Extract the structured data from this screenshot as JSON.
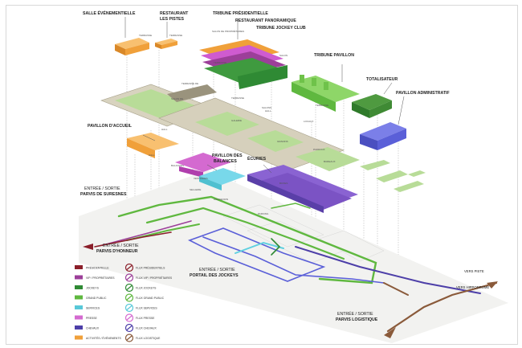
{
  "labels": {
    "salle_evenementielle": "SALLE ÉVÉNEMENTIELLE",
    "restaurant_les_pistes_1": "RESTAURANT",
    "restaurant_les_pistes_2": "LES PISTES",
    "tribune_presidentielle": "TRIBUNE PRÉSIDENTIELLE",
    "restaurant_panoramique": "RESTAURANT PANORAMIQUE",
    "tribune_jockey_club": "TRIBUNE JOCKEY CLUB",
    "tribune_pavillon": "TRIBUNE PAVILLON",
    "totalisateur": "TOTALISATEUR",
    "pavillon_administratif": "PAVILLON ADMINISTRATIF",
    "pavillon_accueil": "PAVILLON D'ACCUEIL",
    "pavillon_des_balances_1": "PAVILLON DES",
    "pavillon_des_balances_2": "BALANCES",
    "ecuries": "ÉCURIES",
    "entree_suresnes_1": "ENTRÉE / SORTIE",
    "entree_suresnes_2": "PARVIS DE SURESNES",
    "entree_honneur_1": "ENTRÉE / SORTIE",
    "entree_honneur_2": "PARVIS D'HONNEUR",
    "entree_jockeys_1": "ENTRÉE / SORTIE",
    "entree_jockeys_2": "PORTAIL DES JOCKEYS",
    "entree_logistique_1": "ENTRÉE / SORTIE",
    "entree_logistique_2": "PARVIS LOGISTIQUE",
    "vers_piste": "VERS PISTE",
    "vers_hippodrome": "VERS HIPPODROME"
  },
  "small_labels": [
    "TERRASSE",
    "TERRASSE",
    "SALON DE PROPRIÉTAIRES",
    "TERRASSE",
    "SALON",
    "TERRASSE",
    "TERRASSE DE",
    "SALON DE",
    "TERRASSE",
    "SALONS",
    "HALL",
    "GALERIE",
    "HALL",
    "BALANCES",
    "VESTIAIRES",
    "SELLERIE",
    "BOXES",
    "PADDOCK",
    "PARKING",
    "GRADINS",
    "HALL",
    "BUREAUX",
    "CONNEXION",
    "LOCAUX"
  ],
  "legend": {
    "left": [
      {
        "label": "PRÉSIDENTIELLE",
        "color": "#8b1f2a"
      },
      {
        "label": "VIP / PROPRIÉTAIRES",
        "color": "#9c3f99"
      },
      {
        "label": "JOCKEYS",
        "color": "#2f8a34"
      },
      {
        "label": "GRAND PUBLIC",
        "color": "#5fb83f"
      },
      {
        "label": "SERVICES",
        "color": "#58c8d8"
      },
      {
        "label": "PRESSE",
        "color": "#d46ad0"
      },
      {
        "label": "CHEVAUX",
        "color": "#4d3fa8"
      },
      {
        "label": "ACTIVITÉS / ÉVÉNEMENTS",
        "color": "#f0a03a"
      }
    ],
    "right": [
      {
        "label": "FLUX PRÉSIDENTIELS",
        "color": "#8b1f2a"
      },
      {
        "label": "FLUX VIP / PROPRIÉTAIRES",
        "color": "#9c3f99"
      },
      {
        "label": "FLUX JOCKEYS",
        "color": "#2f8a34"
      },
      {
        "label": "FLUX GRAND PUBLIC",
        "color": "#5fb83f"
      },
      {
        "label": "FLUX SERVICES",
        "color": "#58c8d8"
      },
      {
        "label": "FLUX PRESSE",
        "color": "#d46ad0"
      },
      {
        "label": "FLUX CHEVAUX",
        "color": "#4d3fa8"
      },
      {
        "label": "FLUX LOGISTIQUE",
        "color": "#8a5a3a"
      }
    ]
  },
  "colors": {
    "orange": "#f0a03a",
    "green": "#5fb83f",
    "light_green": "#a9dc86",
    "purple": "#8a63d2",
    "magenta": "#cf5bd0",
    "cyan": "#5fd0e0",
    "beige": "#c9c2ae",
    "brown": "#8a5a3a"
  }
}
